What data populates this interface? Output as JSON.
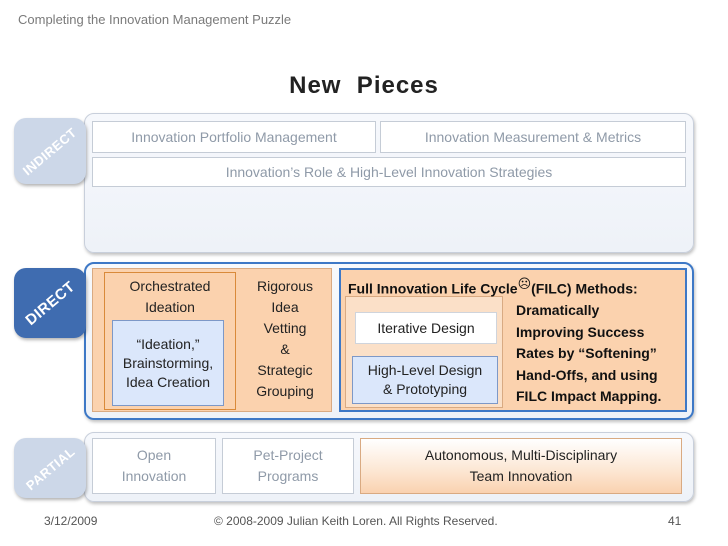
{
  "header": {
    "title": "Completing the Innovation Management Puzzle"
  },
  "slide_title": "New  Pieces",
  "indirect": {
    "tab_label": "INDIRECT",
    "portfolio": "Innovation Portfolio Management",
    "metrics": "Innovation Measurement & Metrics",
    "strategies": "Innovation’s Role & High-Level Innovation Strategies"
  },
  "direct": {
    "tab_label": "DIRECT",
    "orchestrated_line1": "Orchestrated",
    "orchestrated_line2": "Ideation",
    "ideation_line1": "“Ideation,”",
    "ideation_line2": "Brainstorming,",
    "ideation_line3": "Idea Creation",
    "vetting": [
      "Rigorous",
      "Idea",
      "Vetting",
      "&",
      "Strategic",
      "Grouping"
    ],
    "filc_title_a": "Full Innovation Life Cycle",
    "filc_symbol": "☹",
    "filc_title_b": "(FILC) Methods:",
    "iterative": "Iterative Design",
    "highlevel_line1": "High-Level Design",
    "highlevel_line2": "& Prototyping",
    "improving": [
      "Dramatically",
      "Improving Success",
      "Rates by “Softening”",
      "Hand-Offs, and using",
      "FILC Impact Mapping."
    ]
  },
  "partial": {
    "tab_label": "PARTIAL",
    "open_line1": "Open",
    "open_line2": "Innovation",
    "pet_line1": "Pet-Project",
    "pet_line2": "Programs",
    "autonomous_line1": "Autonomous, Multi-Disciplinary",
    "autonomous_line2": "Team Innovation"
  },
  "footer": {
    "date": "3/12/2009",
    "copyright": "© 2008-2009 Julian Keith Loren. All Rights Reserved.",
    "page": "41"
  }
}
